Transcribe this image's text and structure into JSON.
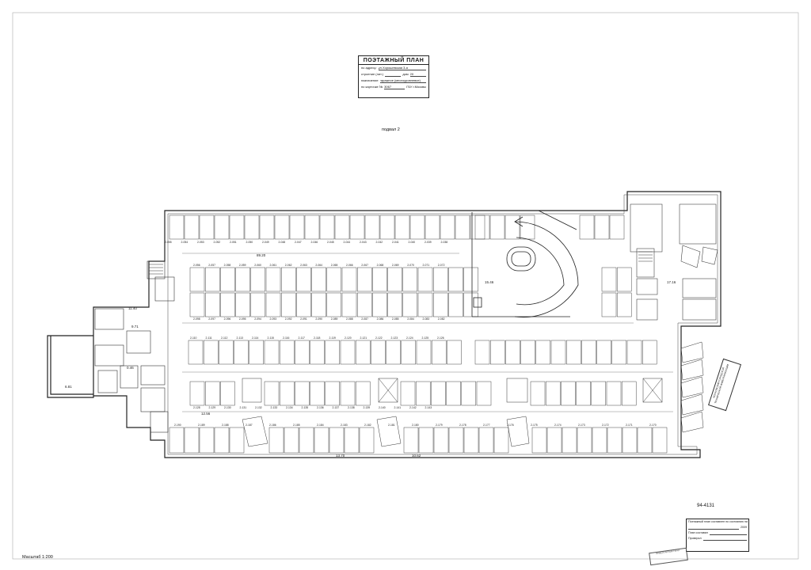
{
  "title_block": {
    "heading": "ПОЭТАЖНЫЙ ПЛАН",
    "address_label": "по адресу:",
    "address_value": "ул.Хорошевская 3-я",
    "building_label": "строение (лит.)",
    "building_no_label": "дом",
    "building_no_value": "20",
    "purpose_label": "назначение",
    "purpose_value": "гаражное (многоуровневое)",
    "record_label": "по карточке №",
    "record_value": "3067",
    "office_value": "ГБУ г.Москвы"
  },
  "floor_label": "подвал 2",
  "sheet_number": "94-4131",
  "scale_label": "Масштаб 1:200",
  "approval_block": {
    "line1_label": "Поэтажный план составлен по состоянию на",
    "plan_label": "План составил",
    "checked_label": "Проверил",
    "date_label": "2009"
  },
  "stamps": {
    "right_stamp_text": "МОСКОВСКИЙ ГОРОДСКОЙ ТЕХНИЧЕСКОЙ ИНВЕНТАРИЗАЦИИ",
    "bottom_stamp_text": "ИНВЕНТАРНЫЙ ПЛАН"
  },
  "room_areas": {
    "large_hall": "89.20",
    "left_room": "6.81",
    "area_1": "11.40",
    "area_2": "9.71",
    "area_3": "12.56",
    "area_4": "15.46",
    "area_5": "13.70",
    "area_6": "10.62",
    "area_7": "17.16",
    "area_8": "0.46"
  },
  "parking_labels": {
    "top_row": [
      "2-055",
      "2-054",
      "2-053",
      "2-052",
      "2-051",
      "2-050",
      "2-049",
      "2-048",
      "2-047",
      "2-046",
      "2-045",
      "2-044",
      "2-043",
      "2-042",
      "2-041",
      "2-040",
      "2-039",
      "2-038"
    ],
    "row_a": [
      "2-056",
      "2-057",
      "2-058",
      "2-059",
      "2-060",
      "2-061",
      "2-062",
      "2-063",
      "2-064",
      "2-065",
      "2-066",
      "2-067",
      "2-068",
      "2-069",
      "2-070",
      "2-071",
      "2-072"
    ],
    "row_b": [
      "2-098",
      "2-097",
      "2-096",
      "2-095",
      "2-094",
      "2-093",
      "2-092",
      "2-091",
      "2-090",
      "2-089",
      "2-088",
      "2-087",
      "2-086",
      "2-085",
      "2-084",
      "2-083",
      "2-082"
    ],
    "row_c": [
      "2-110",
      "2-111",
      "2-112",
      "2-113",
      "2-114",
      "2-115",
      "2-116",
      "2-117",
      "2-118",
      "2-119",
      "2-120",
      "2-121",
      "2-122",
      "2-123",
      "2-124",
      "2-125",
      "2-126"
    ],
    "row_d": [
      "2-128",
      "2-129",
      "2-130",
      "2-131",
      "2-132",
      "2-133",
      "2-134",
      "2-135",
      "2-136",
      "2-137",
      "2-138",
      "2-139",
      "2-140",
      "2-141",
      "2-142",
      "2-143"
    ],
    "bottom_row": [
      "2-190",
      "2-189",
      "2-188",
      "2-187",
      "2-186",
      "2-185",
      "2-184",
      "2-183",
      "2-182",
      "2-181",
      "2-180",
      "2-179",
      "2-178",
      "2-177",
      "2-176",
      "2-175",
      "2-174",
      "2-173",
      "2-172",
      "2-171",
      "2-170"
    ]
  }
}
